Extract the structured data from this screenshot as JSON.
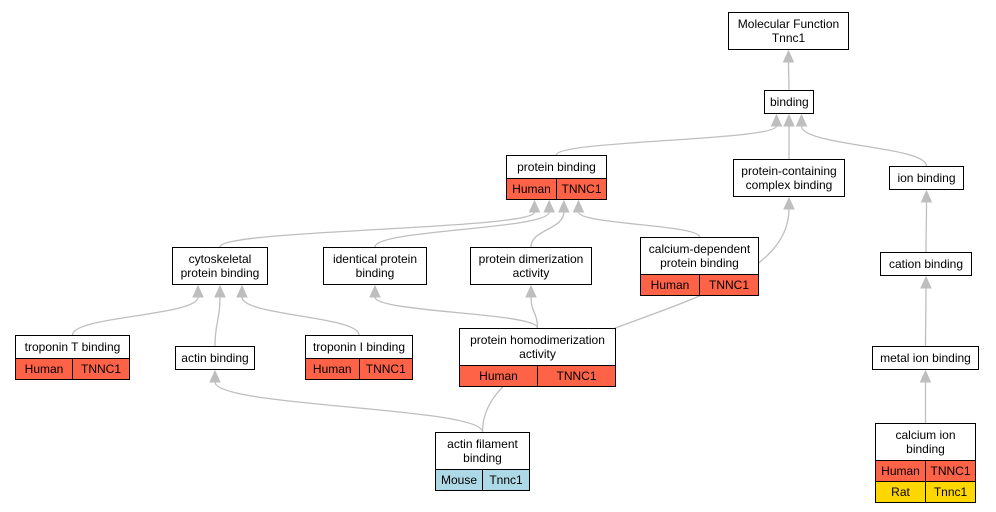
{
  "colors": {
    "edge": "#bebebe",
    "human": "#ff6347",
    "mouse": "#add8e6",
    "rat": "#ffd700"
  },
  "nodes": {
    "mf_root": {
      "lines": [
        "Molecular Function",
        "Tnnc1"
      ],
      "rows": []
    },
    "binding": {
      "lines": [
        "binding"
      ],
      "rows": []
    },
    "protein_binding": {
      "lines": [
        "protein binding"
      ],
      "rows": [
        {
          "species": "Human",
          "gene": "TNNC1",
          "color": "#ff6347"
        }
      ]
    },
    "protein_containing_complex_binding": {
      "lines": [
        "protein-containing",
        "complex binding"
      ],
      "rows": []
    },
    "ion_binding": {
      "lines": [
        "ion binding"
      ],
      "rows": []
    },
    "cytoskeletal_protein_binding": {
      "lines": [
        "cytoskeletal",
        "protein binding"
      ],
      "rows": []
    },
    "identical_protein_binding": {
      "lines": [
        "identical protein",
        "binding"
      ],
      "rows": []
    },
    "protein_dimerization_activity": {
      "lines": [
        "protein dimerization",
        "activity"
      ],
      "rows": []
    },
    "calcium_dependent_protein_binding": {
      "lines": [
        "calcium-dependent",
        "protein binding"
      ],
      "rows": [
        {
          "species": "Human",
          "gene": "TNNC1",
          "color": "#ff6347"
        }
      ]
    },
    "cation_binding": {
      "lines": [
        "cation binding"
      ],
      "rows": []
    },
    "troponin_t_binding": {
      "lines": [
        "troponin T binding"
      ],
      "rows": [
        {
          "species": "Human",
          "gene": "TNNC1",
          "color": "#ff6347"
        }
      ]
    },
    "actin_binding": {
      "lines": [
        "actin binding"
      ],
      "rows": []
    },
    "troponin_i_binding": {
      "lines": [
        "troponin I binding"
      ],
      "rows": [
        {
          "species": "Human",
          "gene": "TNNC1",
          "color": "#ff6347"
        }
      ]
    },
    "protein_homodimerization_activity": {
      "lines": [
        "protein homodimerization",
        "activity"
      ],
      "rows": [
        {
          "species": "Human",
          "gene": "TNNC1",
          "color": "#ff6347"
        }
      ]
    },
    "metal_ion_binding": {
      "lines": [
        "metal ion binding"
      ],
      "rows": []
    },
    "actin_filament_binding": {
      "lines": [
        "actin filament",
        "binding"
      ],
      "rows": [
        {
          "species": "Mouse",
          "gene": "Tnnc1",
          "color": "#add8e6"
        }
      ]
    },
    "calcium_ion_binding": {
      "lines": [
        "calcium ion",
        "binding"
      ],
      "rows": [
        {
          "species": "Human",
          "gene": "TNNC1",
          "color": "#ff6347"
        },
        {
          "species": "Rat",
          "gene": "Tnnc1",
          "color": "#ffd700"
        }
      ]
    }
  },
  "edges": [
    [
      "binding",
      "mf_root"
    ],
    [
      "protein_binding",
      "binding"
    ],
    [
      "protein_containing_complex_binding",
      "binding"
    ],
    [
      "ion_binding",
      "binding"
    ],
    [
      "cytoskeletal_protein_binding",
      "protein_binding"
    ],
    [
      "identical_protein_binding",
      "protein_binding"
    ],
    [
      "protein_dimerization_activity",
      "protein_binding"
    ],
    [
      "calcium_dependent_protein_binding",
      "protein_binding"
    ],
    [
      "cation_binding",
      "ion_binding"
    ],
    [
      "troponin_t_binding",
      "cytoskeletal_protein_binding"
    ],
    [
      "actin_binding",
      "cytoskeletal_protein_binding"
    ],
    [
      "troponin_i_binding",
      "cytoskeletal_protein_binding"
    ],
    [
      "protein_homodimerization_activity",
      "identical_protein_binding"
    ],
    [
      "protein_homodimerization_activity",
      "protein_dimerization_activity"
    ],
    [
      "metal_ion_binding",
      "cation_binding"
    ],
    [
      "actin_filament_binding",
      "actin_binding"
    ],
    [
      "actin_filament_binding",
      "protein_containing_complex_binding"
    ],
    [
      "calcium_ion_binding",
      "metal_ion_binding"
    ]
  ]
}
